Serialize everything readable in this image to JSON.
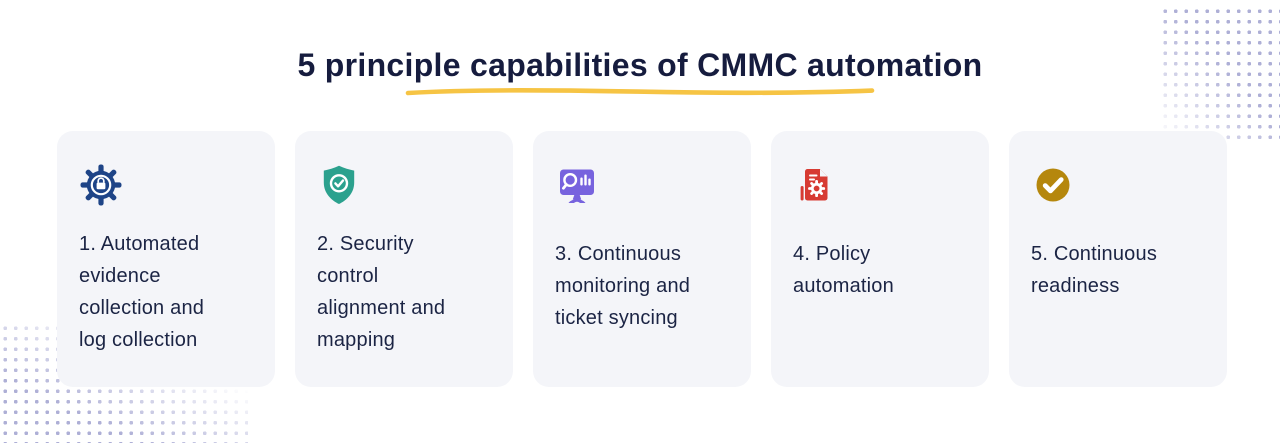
{
  "title": {
    "text": "5 principle capabilities of CMMC automation",
    "color": "#161C3E",
    "underline_color": "#F6C444"
  },
  "cards": [
    {
      "icon": "gear-lock-icon",
      "icon_color": "#1E4487",
      "label": "1. Automated\nevidence\ncollection and\nlog collection"
    },
    {
      "icon": "shield-check-icon",
      "icon_color": "#2BA18E",
      "label": "2. Security\ncontrol\nalignment and\nmapping"
    },
    {
      "icon": "monitor-search-chart-icon",
      "icon_color": "#7763DE",
      "label": "3. Continuous\nmonitoring and\nticket syncing"
    },
    {
      "icon": "policy-document-gear-icon",
      "icon_color": "#D73B33",
      "label": "4. Policy\nautomation"
    },
    {
      "icon": "check-circle-icon",
      "icon_color": "#B5870D",
      "label": "5. Continuous\nreadiness"
    }
  ],
  "decor": {
    "dot_color": "#AEAFD6",
    "card_background": "#F4F5F9",
    "page_background": "#FFFFFF"
  }
}
